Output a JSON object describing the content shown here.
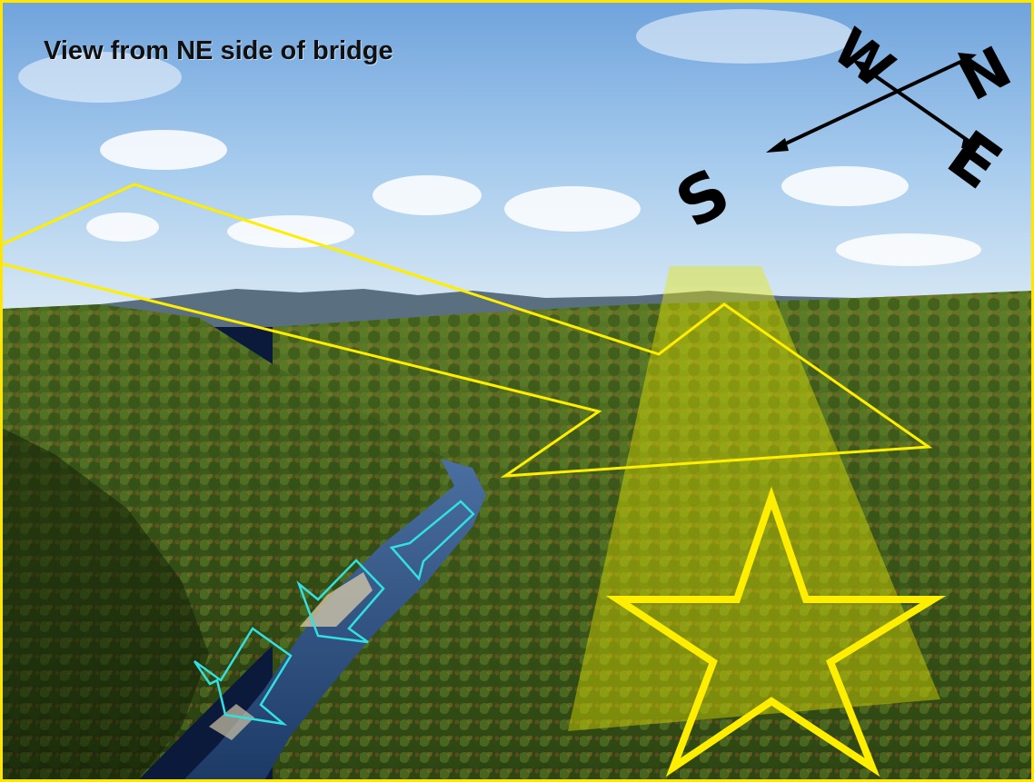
{
  "caption": "View from NE side of bridge",
  "compass": {
    "north": "N",
    "south": "S",
    "east": "E",
    "west": "W"
  },
  "colors": {
    "frame": "#ffe600",
    "outline": "#ffee00",
    "star": "#ffee00",
    "spotlight": "#e6e600",
    "river_arrows": "#33e0e0",
    "compass": "#000000",
    "sky": "#9cc4ea",
    "forest": "#3c5a1c",
    "river": "#2a4f86"
  },
  "icons": {
    "star": "star-outline-icon",
    "arrows": "down-left-arrow-icon",
    "compass": "compass-rose-icon"
  }
}
